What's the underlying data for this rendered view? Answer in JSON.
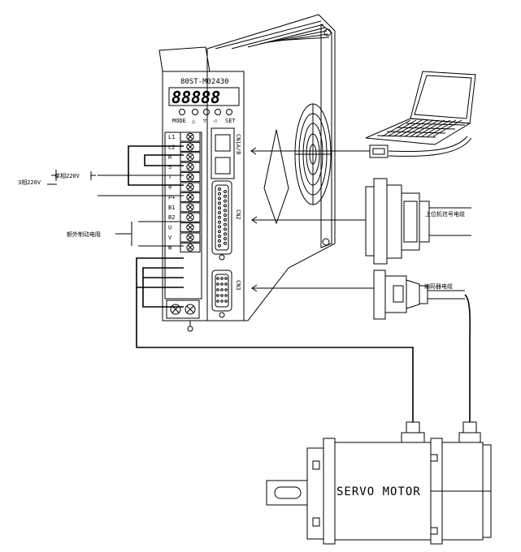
{
  "drive": {
    "model": "80ST-M02430",
    "display": "88888",
    "buttons": [
      "MODE",
      "△",
      "▽",
      "◁",
      "SET"
    ],
    "terminals": [
      "L1",
      "L2",
      "R",
      "S",
      "T",
      "⊖",
      "P+",
      "B1",
      "B2",
      "U",
      "V",
      "W"
    ],
    "connectors": [
      "CN1A/B",
      "CN2",
      "CN3"
    ]
  },
  "labels": {
    "three_phase": "3相220V",
    "single_phase": "单相220V",
    "brake_resistor": "额外制动电阻",
    "upper_signal_cable": "上位机信号电缆",
    "encoder_cable": "编码器电缆",
    "motor": "SERVO MOTOR"
  },
  "colors": {
    "line": "#000000",
    "background": "#ffffff"
  }
}
